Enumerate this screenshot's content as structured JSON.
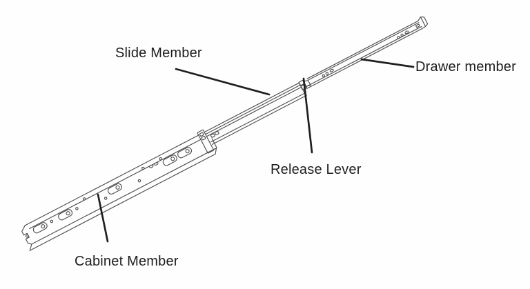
{
  "diagram": {
    "labels": {
      "slide_member": "Slide Member",
      "drawer_member": "Drawer member",
      "release_lever": "Release Lever",
      "cabinet_member": "Cabinet Member"
    },
    "colors": {
      "background": "#fefefe",
      "artwork_line": "#4f4f4f",
      "leader_line": "#1f1f1f",
      "label_text": "#1d1d1d"
    }
  }
}
